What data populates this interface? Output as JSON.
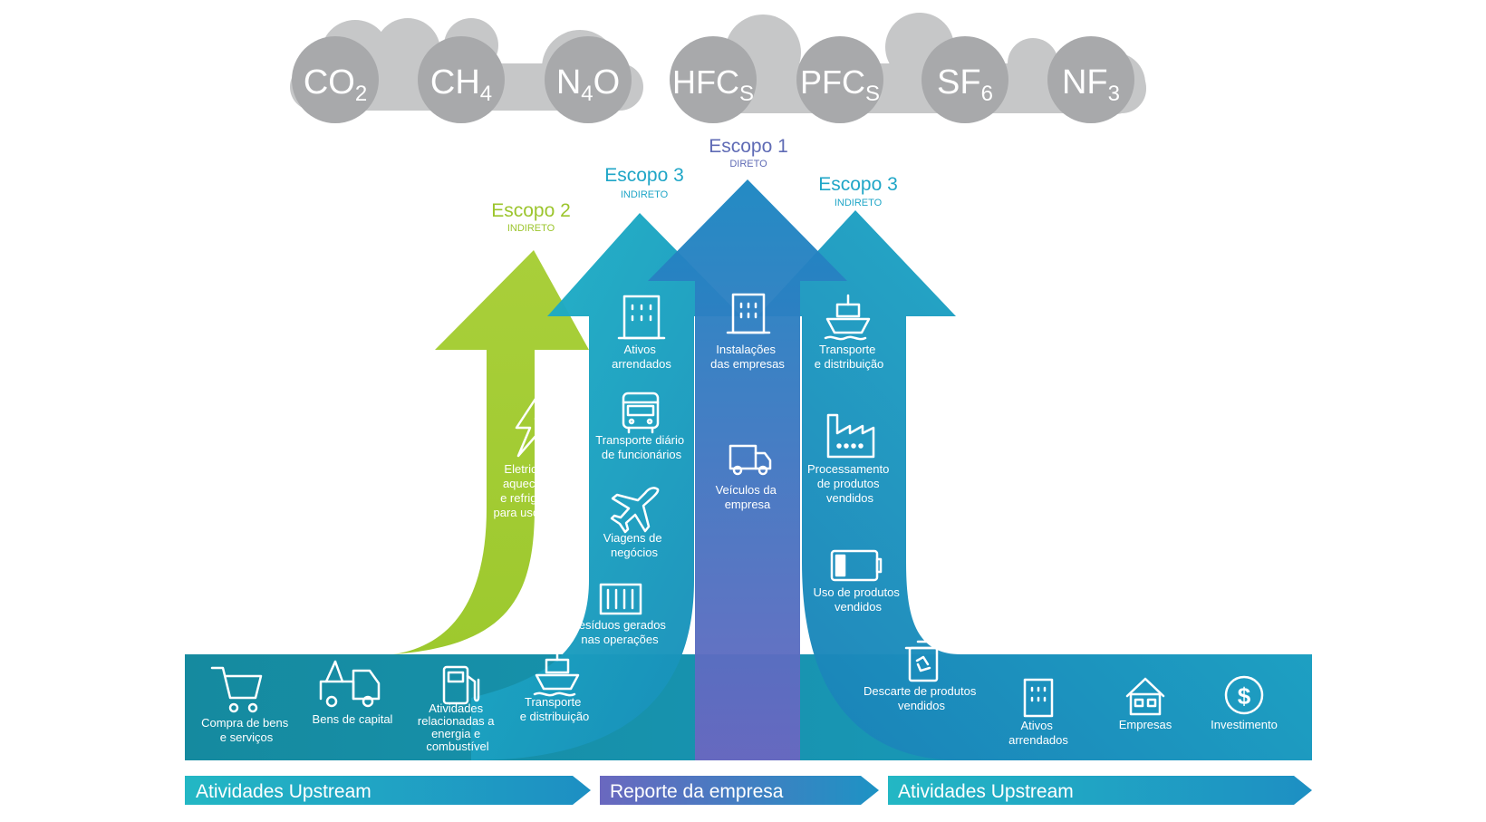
{
  "gases": [
    {
      "base": "CO",
      "sub": "2"
    },
    {
      "base": "CH",
      "sub": "4"
    },
    {
      "base": "N",
      "sub": "4",
      "after": "O"
    },
    {
      "base": "HFC",
      "sub": "S"
    },
    {
      "base": "PFC",
      "sub": "S"
    },
    {
      "base": "SF",
      "sub": "6"
    },
    {
      "base": "NF",
      "sub": "3"
    }
  ],
  "scopes": {
    "scope1": {
      "title": "Escopo 1",
      "subtitle": "DIRETO"
    },
    "scope2": {
      "title": "Escopo 2",
      "subtitle": "INDIRETO"
    },
    "scope3_left": {
      "title": "Escopo 3",
      "subtitle": "INDIRETO"
    },
    "scope3_right": {
      "title": "Escopo 3",
      "subtitle": "INDIRETO"
    }
  },
  "items": {
    "eletricidade": [
      "Eletricidade,",
      "aquecimento",
      "e refrigeração",
      "para uso pessoal"
    ],
    "ativos_arrendados_up": [
      "Ativos",
      "arrendados"
    ],
    "transporte_diario": [
      "Transporte diário",
      "de funcionários"
    ],
    "viagens": [
      "Viagens de",
      "negócios"
    ],
    "residuos": [
      "Resíduos gerados",
      "nas operações"
    ],
    "transporte_up": [
      "Transporte",
      "e distribuição"
    ],
    "compra": [
      "Compra de bens",
      "e serviços"
    ],
    "bens_capital": [
      "Bens de capital"
    ],
    "atividades_energia": [
      "Atividades",
      "relacionadas a",
      "energia e",
      "combustível"
    ],
    "instalacoes": [
      "Instalações",
      "das empresas"
    ],
    "veiculos": [
      "Veículos da",
      "empresa"
    ],
    "transporte_down": [
      "Transporte",
      "e distribuição"
    ],
    "processamento": [
      "Processamento",
      "de produtos",
      "vendidos"
    ],
    "uso_produtos": [
      "Uso de produtos",
      "vendidos"
    ],
    "descarte": [
      "Descarte de produtos",
      "vendidos"
    ],
    "ativos_arrendados_down": [
      "Ativos",
      "arrendados"
    ],
    "empresas": [
      "Empresas"
    ],
    "investimento": [
      "Investimento"
    ]
  },
  "banners": {
    "left": "Atividades Upstream",
    "center": "Reporte da empresa",
    "right": "Atividades Upstream"
  },
  "colors": {
    "green": "#a6cd39",
    "teal": "#1aa8c4",
    "purple": "#6a6fc2",
    "scope1_text": "#5f6bb5",
    "scope3_text": "#20a6c7",
    "scope2_text": "#9cc52d",
    "gas_circle": "#a8a9ab",
    "cloud": "#c6c7c8"
  }
}
